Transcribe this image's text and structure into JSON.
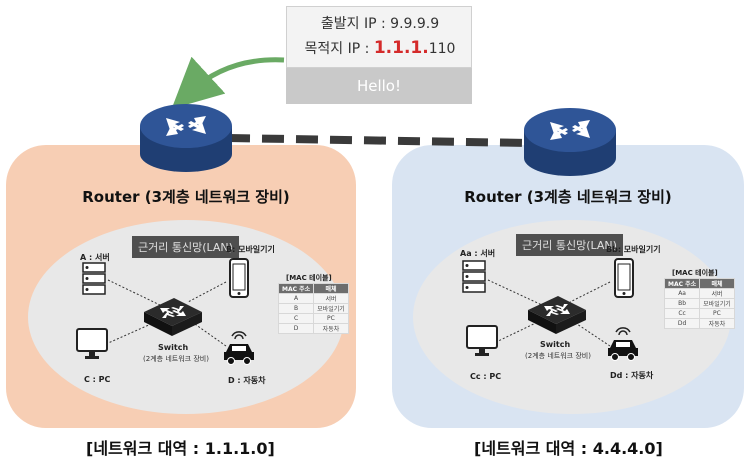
{
  "packet": {
    "src_label": "출발지 IP :",
    "src_value": "9.9.9.9",
    "dst_label": "목적지 IP :",
    "dst_value_highlight": "1.1.1.",
    "dst_value_rest": "110",
    "payload": "Hello!"
  },
  "left": {
    "router_label": "Router (3계층 네트워크 장비)",
    "lan_title": "근거리 통신망(LAN)",
    "server_label": "A : 서버",
    "mobile_label": "B: 모바일기기",
    "pc_label": "C : PC",
    "car_label": "D : 자동차",
    "switch_label": "Switch",
    "switch_sub": "(2계층 네트워크 장비)",
    "mac_title": "[MAC 테이블]",
    "mac_headers": [
      "MAC 주소",
      "매체"
    ],
    "mac_rows": [
      [
        "A",
        "서버"
      ],
      [
        "B",
        "모바일기기"
      ],
      [
        "C",
        "PC"
      ],
      [
        "D",
        "자동차"
      ]
    ],
    "network_range": "[네트워크 대역 : 1.1.1.0]"
  },
  "right": {
    "router_label": "Router (3계층 네트워크 장비)",
    "lan_title": "근거리 통신망(LAN)",
    "server_label": "Aa : 서버",
    "mobile_label": "Bb: 모바일기기",
    "pc_label": "Cc : PC",
    "car_label": "Dd : 자동차",
    "switch_label": "Switch",
    "switch_sub": "(2계층 네트워크 장비)",
    "mac_title": "[MAC 테이블]",
    "mac_headers": [
      "MAC 주소",
      "매체"
    ],
    "mac_rows": [
      [
        "Aa",
        "서버"
      ],
      [
        "Bb",
        "모바일기기"
      ],
      [
        "Cc",
        "PC"
      ],
      [
        "Dd",
        "자동차"
      ]
    ],
    "network_range": "[네트워크 대역 : 4.4.4.0]"
  },
  "colors": {
    "router": "#2f5597",
    "left_panel": "#f7ceb4",
    "right_panel": "#d9e4f2",
    "arrow": "#6aaa64",
    "link": "#3a3a3a"
  }
}
